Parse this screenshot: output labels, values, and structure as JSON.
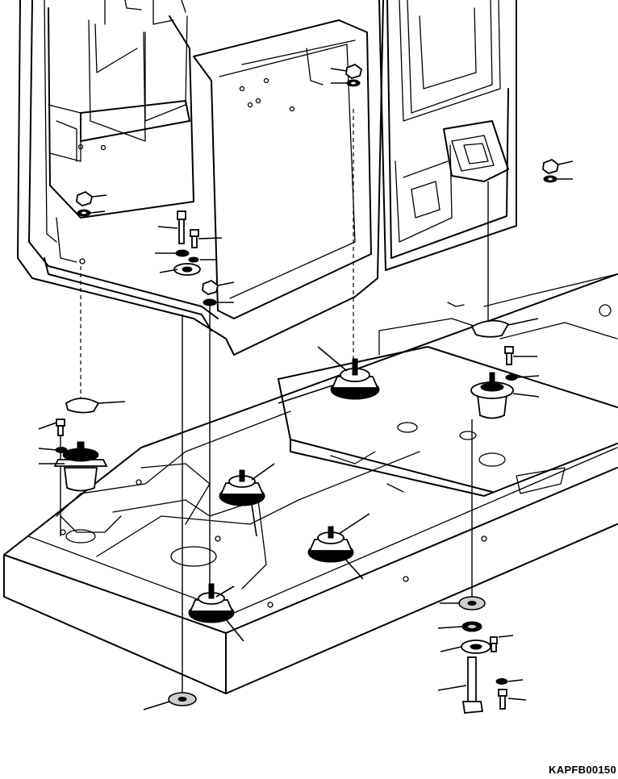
{
  "figure": {
    "id_code": "KAPFB00150"
  },
  "components": [
    "cab-frame-outline",
    "floor-frame-outline",
    "damper-mount",
    "mount-bolt-icon",
    "washer-icon",
    "nut-icon",
    "stopper-plate-icon",
    "leader-line"
  ]
}
